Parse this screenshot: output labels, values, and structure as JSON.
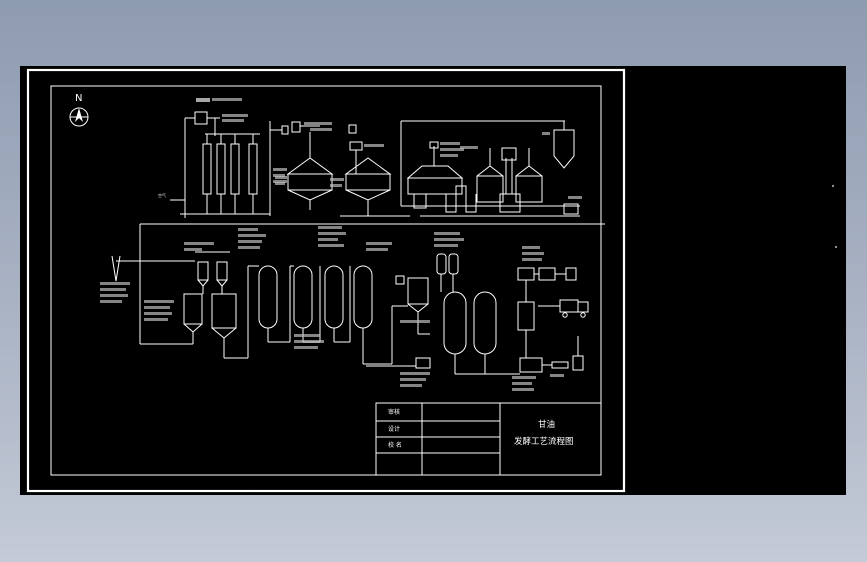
{
  "north_label": "N",
  "title_block": {
    "rows": [
      "审核",
      "设计",
      "校 名"
    ],
    "title_line1": "甘油",
    "title_line2": "发酵工艺流程图"
  },
  "labels": {
    "air": "空气",
    "compressor": "压缩机"
  }
}
